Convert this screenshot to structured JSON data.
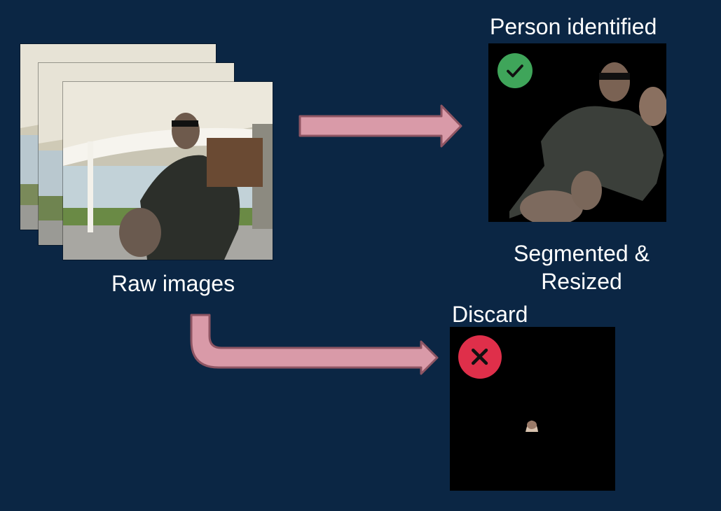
{
  "labels": {
    "raw_images": "Raw images",
    "person_identified": "Person identified",
    "segmented_resized": "Segmented & Resized",
    "discard": "Discard"
  },
  "icons": {
    "check": "check-icon",
    "cross": "close-icon"
  },
  "colors": {
    "background": "#0b2644",
    "arrow_fill": "#d99aa8",
    "arrow_stroke": "#8e5563",
    "check_badge": "#3fa55a",
    "cross_badge": "#df2f4a"
  }
}
